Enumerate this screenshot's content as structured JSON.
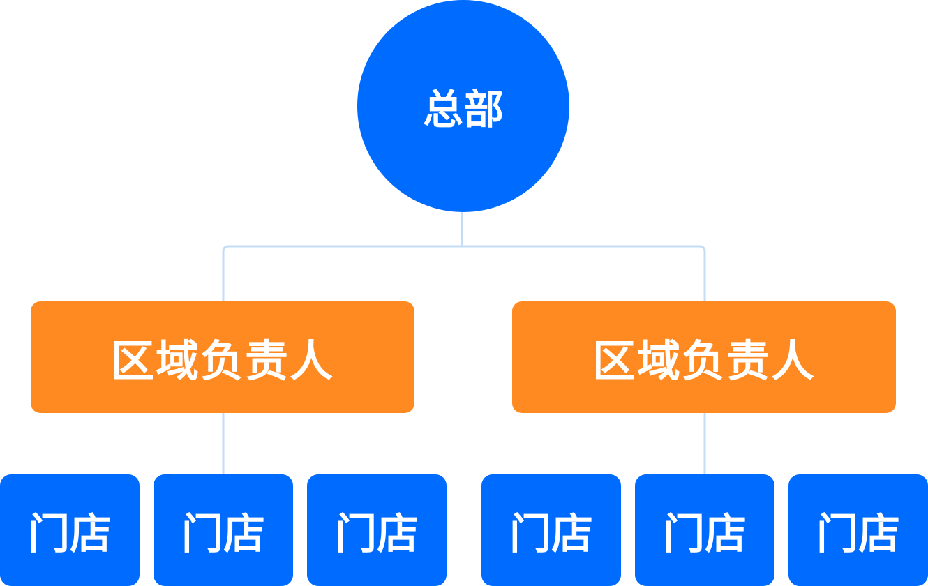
{
  "root": {
    "label": "总部"
  },
  "regions": [
    {
      "label": "区域负责人",
      "stores": [
        {
          "label": "门店"
        },
        {
          "label": "门店"
        },
        {
          "label": "门店"
        }
      ]
    },
    {
      "label": "区域负责人",
      "stores": [
        {
          "label": "门店"
        },
        {
          "label": "门店"
        },
        {
          "label": "门店"
        }
      ]
    }
  ],
  "colors": {
    "root_fill": "#006cff",
    "region_fill": "#ff8a22",
    "store_fill": "#006cff",
    "connector": "#c4ddf7",
    "text": "#ffffff"
  }
}
